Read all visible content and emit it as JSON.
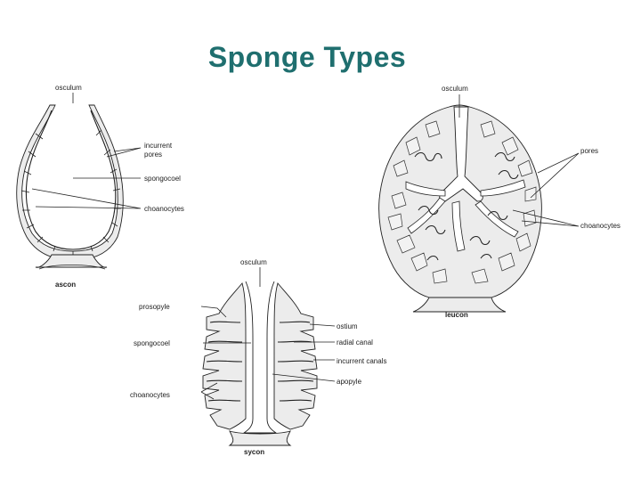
{
  "title": "Sponge Types",
  "ascon": {
    "caption": "ascon",
    "labels": {
      "osculum": "osculum",
      "incurrent_pores": "incurrent\npores",
      "spongocoel": "spongocoel",
      "choanocytes": "choanocytes"
    }
  },
  "sycon": {
    "caption": "sycon",
    "labels": {
      "osculum": "osculum",
      "prosopyle": "prosopyle",
      "spongocoel": "spongocoel",
      "choanocytes": "choanocytes",
      "ostium": "ostium",
      "radial_canal": "radial canal",
      "incurrent_canals": "incurrent canals",
      "apopyle": "apopyle"
    }
  },
  "leucon": {
    "caption": "leucon",
    "labels": {
      "osculum": "osculum",
      "pores": "pores",
      "choanocytes": "choanocytes"
    }
  }
}
